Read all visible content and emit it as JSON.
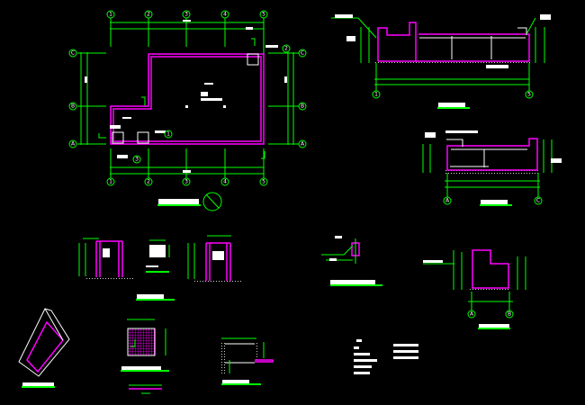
{
  "plan": {
    "columns": [
      "1",
      "2",
      "3",
      "4",
      "5"
    ],
    "rows": [
      "A",
      "B",
      "C"
    ]
  },
  "section_1": {
    "marker": "1",
    "axes": [
      "1",
      "5"
    ]
  },
  "section_2": {
    "marker": "2",
    "axes": [
      "A",
      "C"
    ]
  },
  "section_3": {
    "marker": "3",
    "axes": [
      "A",
      "B"
    ]
  },
  "colors": {
    "background": "#000000",
    "axis": "#00ff00",
    "wall": "#ff00ff",
    "text": "#ffffff"
  }
}
